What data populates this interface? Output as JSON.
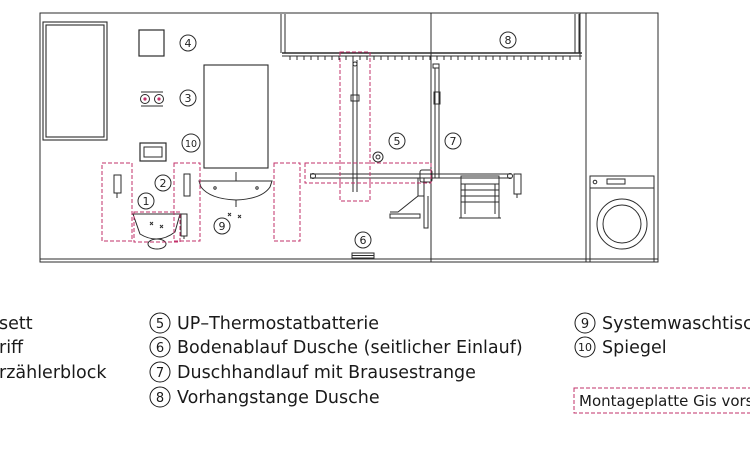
{
  "callouts": [
    "1",
    "2",
    "3",
    "4",
    "5",
    "6",
    "7",
    "8",
    "9",
    "10"
  ],
  "legend": {
    "col1": [
      "sett",
      "riff",
      "rzählerblock"
    ],
    "col2_nums": [
      "5",
      "6",
      "7",
      "8"
    ],
    "col2": [
      "UP–Thermostatbatterie",
      "Bodenablauf Dusche (seitlicher Einlauf)",
      "Duschhandlauf mit Brausestrange",
      "Vorhangstange Dusche"
    ],
    "col3_nums": [
      "9",
      "10"
    ],
    "col3": [
      "Systemwaschtisch",
      "Spiegel"
    ],
    "note": "Montageplatte Gis vorseh"
  },
  "colors": {
    "line": "#2b2b2b",
    "dashed": "#c2306a"
  }
}
